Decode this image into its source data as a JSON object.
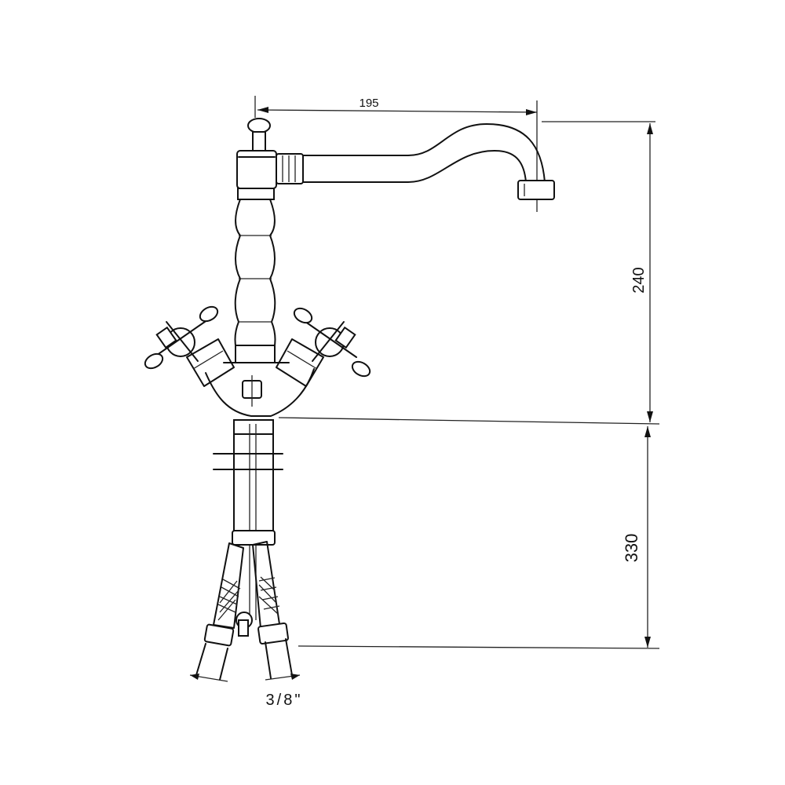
{
  "dimensions": {
    "spout_reach": "195",
    "height_above_deck": "240",
    "hose_length": "330",
    "connection_size": "3/8\""
  },
  "colors": {
    "line": "#111111",
    "background": "#ffffff"
  }
}
